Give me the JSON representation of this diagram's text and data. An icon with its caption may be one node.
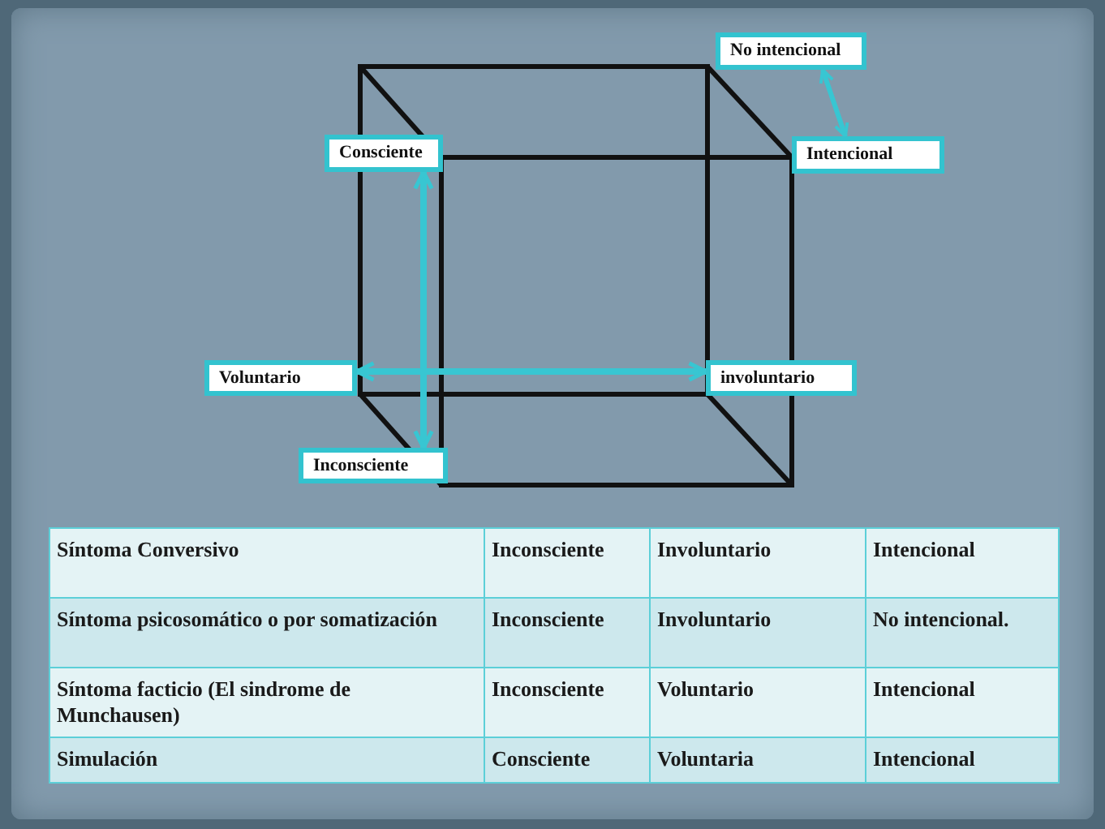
{
  "diagram": {
    "nodes": [
      {
        "text": [
          "No intencional"
        ]
      },
      {
        "text": [
          "Consciente"
        ]
      },
      {
        "text": [
          "Intencional"
        ]
      },
      {
        "text": [
          "Voluntario"
        ]
      },
      {
        "text": [
          "involuntario"
        ]
      },
      {
        "text": [
          "Inconsciente"
        ]
      }
    ],
    "edges": [
      {
        "from": 1,
        "to": 5,
        "arrow": "both"
      },
      {
        "from": 3,
        "to": 4,
        "arrow": "both"
      },
      {
        "from": 0,
        "to": 2,
        "arrow": "both"
      }
    ],
    "labels": [
      "Síntoma Conversivo",
      "Inconsciente",
      "Involuntario",
      "Intencional",
      "Síntoma psicosomático o por somatización",
      "Inconsciente",
      "Involuntario",
      "No intencional.",
      "Síntoma facticio (El sindrome de Munchausen)",
      "Inconsciente",
      "Voluntario",
      "Intencional",
      "Simulación",
      "Consciente",
      "Voluntaria",
      "Intencional"
    ]
  }
}
